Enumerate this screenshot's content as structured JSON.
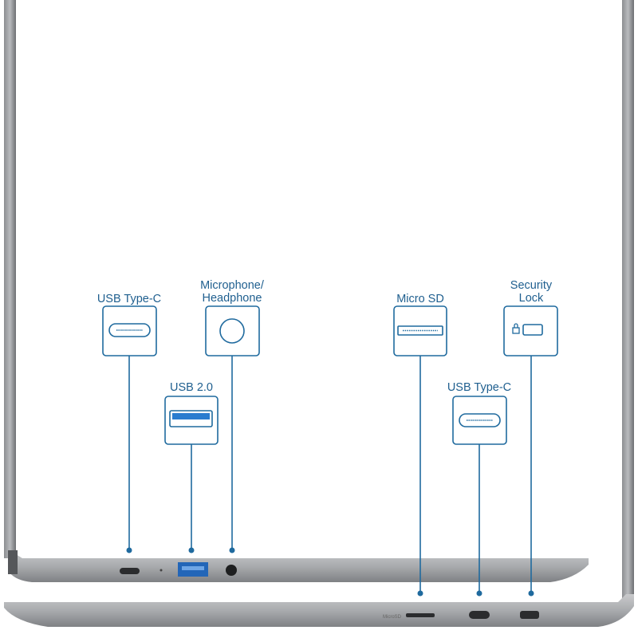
{
  "accent_color": "#1f6a9e",
  "callouts": {
    "usb_c_left": {
      "label": "USB Type-C",
      "icon": "usb-c-port-icon"
    },
    "mic_headphone": {
      "label_line1": "Microphone/",
      "label_line2": "Headphone",
      "icon": "audio-jack-icon"
    },
    "usb_2": {
      "label": "USB 2.0",
      "icon": "usb-a-port-icon"
    },
    "micro_sd": {
      "label": "Micro SD",
      "icon": "sd-slot-icon"
    },
    "security_lock": {
      "label_line1": "Security",
      "label_line2": "Lock",
      "icon": "lock-slot-icon"
    },
    "usb_c_right": {
      "label": "USB Type-C",
      "icon": "usb-c-port-icon"
    }
  },
  "laptop": {
    "microsd_marking": "MicroSD"
  }
}
